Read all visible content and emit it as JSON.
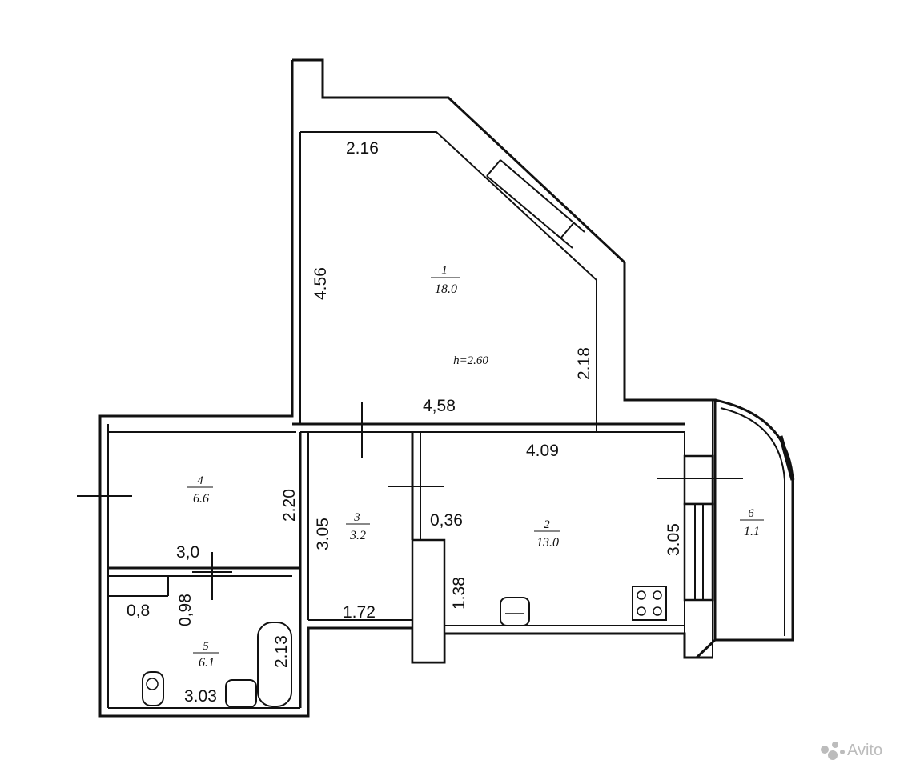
{
  "rooms": [
    {
      "number": "1",
      "area": "18.0"
    },
    {
      "number": "2",
      "area": "13.0"
    },
    {
      "number": "3",
      "area": "3.2"
    },
    {
      "number": "4",
      "area": "6.6"
    },
    {
      "number": "5",
      "area": "6.1"
    },
    {
      "number": "6",
      "area": "1.1"
    }
  ],
  "ceiling_height": "h=2.60",
  "dimensions": {
    "d216": "2.16",
    "d456": "4.56",
    "d218": "2.18",
    "d458": "4,58",
    "d409": "4.09",
    "d220": "2.20",
    "d305a": "3.05",
    "d036": "0,36",
    "d305b": "3.05",
    "d30": "3,0",
    "d138": "1.38",
    "d098": "0,98",
    "d08": "0,8",
    "d172": "1.72",
    "d213": "2.13",
    "d303": "3.03"
  },
  "watermark": "Avito",
  "colors": {
    "line": "#111111",
    "background": "#ffffff",
    "watermark": "#bcbcbc"
  }
}
